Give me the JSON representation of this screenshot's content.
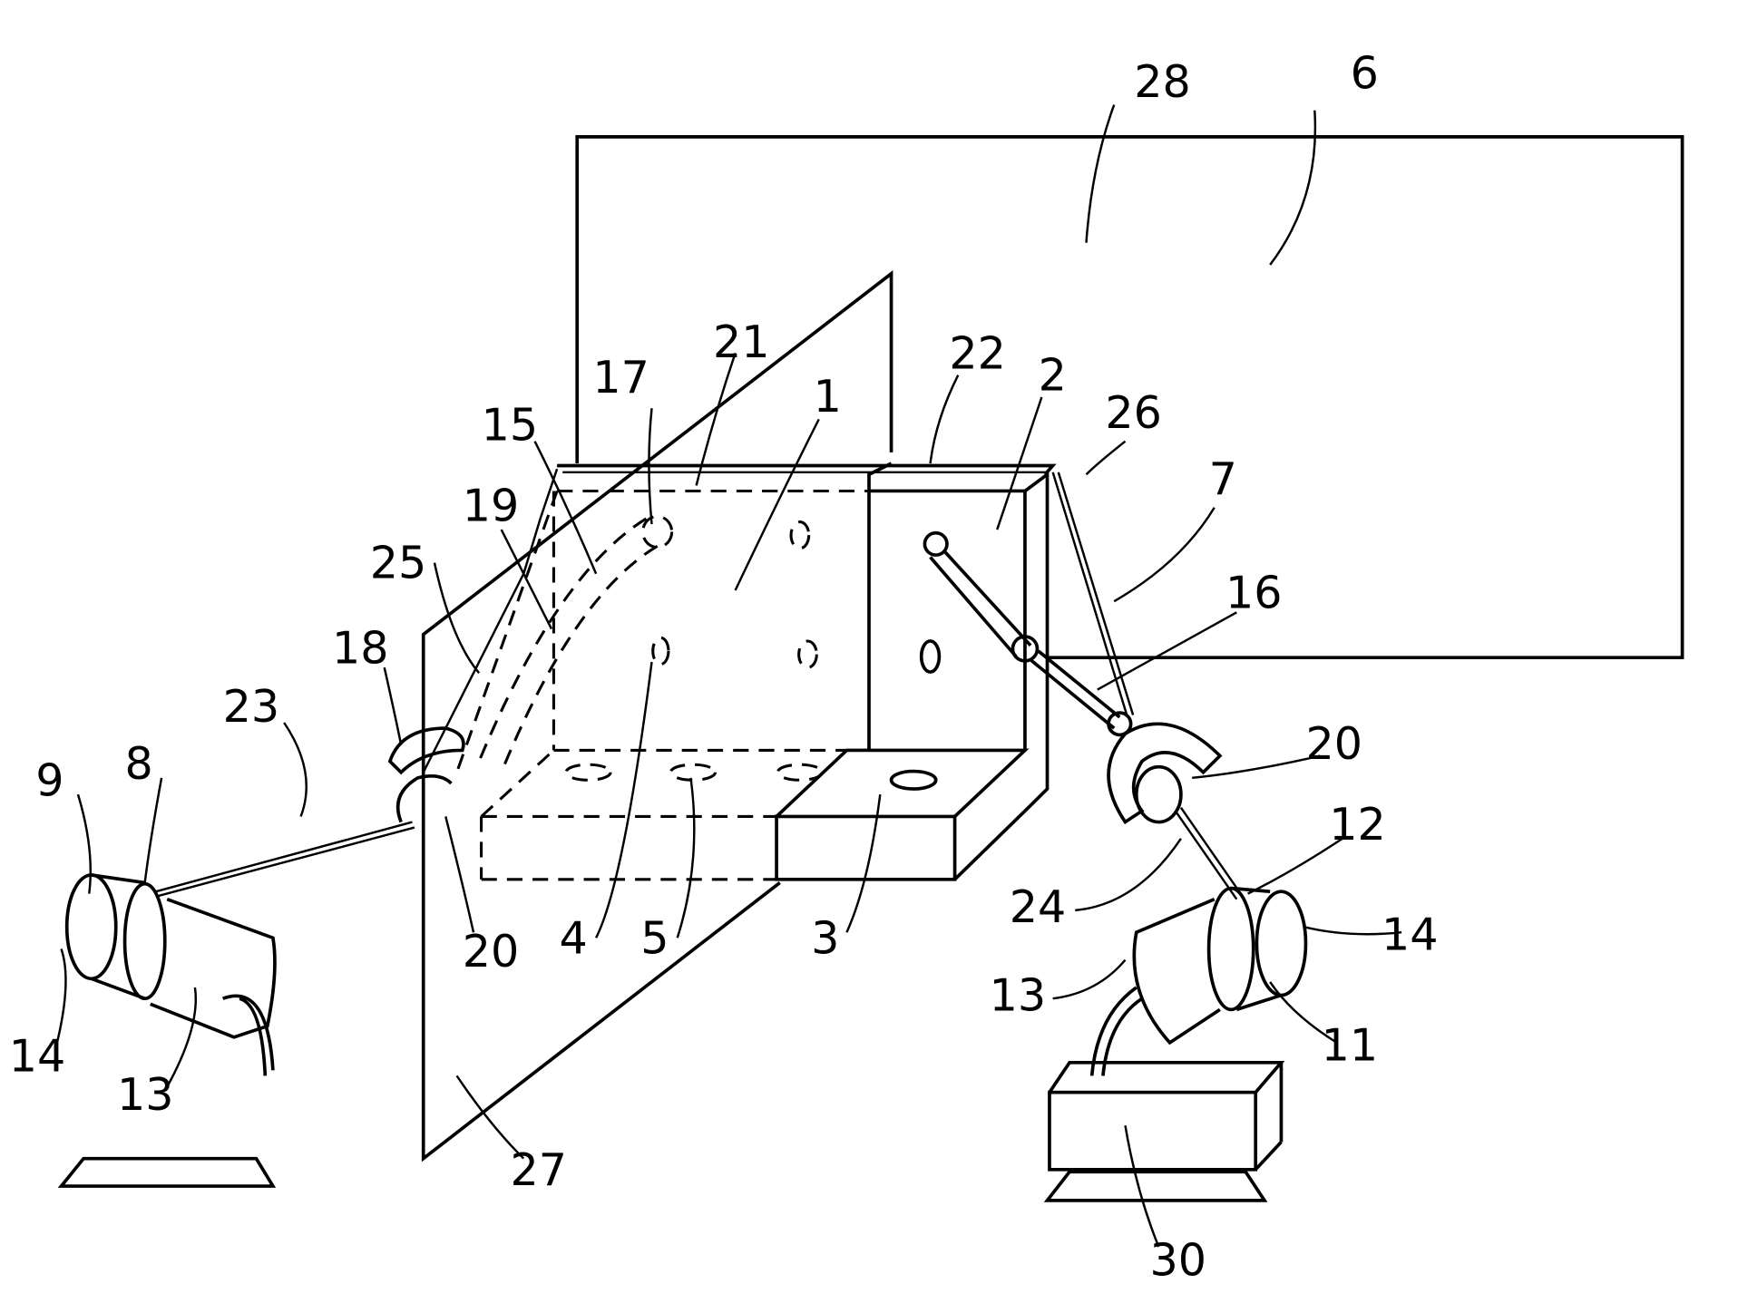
{
  "labels": {
    "l28": "28",
    "l6": "6",
    "l21": "21",
    "l17": "17",
    "l22": "22",
    "l2": "2",
    "l1": "1",
    "l26": "26",
    "l15": "15",
    "l7": "7",
    "l19": "19",
    "l16": "16",
    "l25": "25",
    "l18": "18",
    "l20a": "20",
    "l23": "23",
    "l12": "12",
    "l9": "9",
    "l8": "8",
    "l24": "24",
    "l14a": "14",
    "l20b": "20",
    "l4": "4",
    "l5": "5",
    "l3": "3",
    "l13a": "13",
    "l11": "11",
    "l14b": "14",
    "l13b": "13",
    "l27": "27",
    "l30": "30"
  },
  "colors": {
    "line": "#000000",
    "background": "#ffffff"
  }
}
